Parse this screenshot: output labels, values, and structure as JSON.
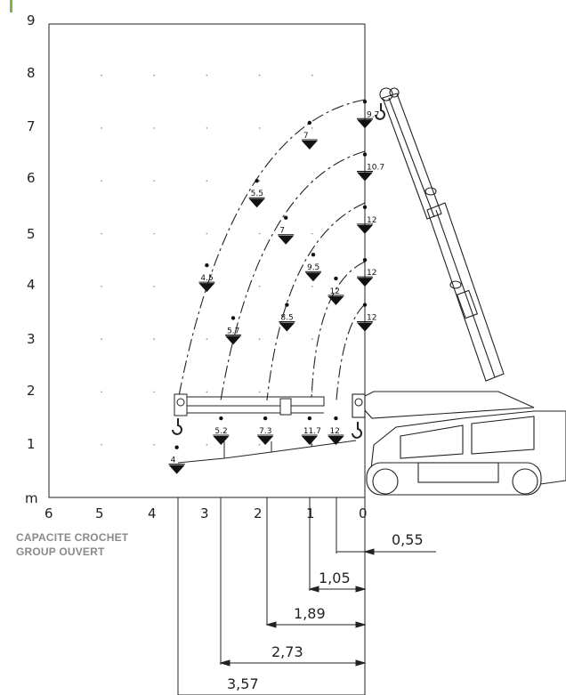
{
  "accent_color": "#7ab648",
  "caption": {
    "line1": "CAPACITE CROCHET",
    "line2": "GROUP OUVERT"
  },
  "y_axis": {
    "ticks": [
      "1",
      "2",
      "3",
      "4",
      "5",
      "6",
      "7",
      "8",
      "9"
    ],
    "unit": "m"
  },
  "x_axis": {
    "ticks": [
      "6",
      "5",
      "4",
      "3",
      "2",
      "1",
      "0"
    ]
  },
  "load_points": [
    {
      "label": "9.7",
      "x": 0,
      "y": 7.5
    },
    {
      "label": "10.7",
      "x": 0,
      "y": 6.5
    },
    {
      "label": "12",
      "x": 0,
      "y": 5.5
    },
    {
      "label": "12",
      "x": 0,
      "y": 4.5
    },
    {
      "label": "12",
      "x": 0,
      "y": 3.65
    },
    {
      "label": "7",
      "x": 1.05,
      "y": 7.1
    },
    {
      "label": "7",
      "x": 1.5,
      "y": 5.3
    },
    {
      "label": "5.5",
      "x": 2.05,
      "y": 6.0
    },
    {
      "label": "9.5",
      "x": 0.98,
      "y": 4.6
    },
    {
      "label": "12",
      "x": 0.55,
      "y": 4.15
    },
    {
      "label": "8.5",
      "x": 1.48,
      "y": 3.65
    },
    {
      "label": "5.7",
      "x": 2.5,
      "y": 3.4
    },
    {
      "label": "4.5",
      "x": 3.0,
      "y": 4.4
    },
    {
      "label": "5.2",
      "x": 2.73,
      "y": 1.5
    },
    {
      "label": "7.3",
      "x": 1.89,
      "y": 1.5
    },
    {
      "label": "11.7",
      "x": 1.05,
      "y": 1.5
    },
    {
      "label": "12",
      "x": 0.55,
      "y": 1.5
    },
    {
      "label": "4",
      "x": 3.57,
      "y": 0.95
    }
  ],
  "radius_dimensions": [
    "0,55",
    "1,05",
    "1,89",
    "2,73",
    "3,57"
  ]
}
